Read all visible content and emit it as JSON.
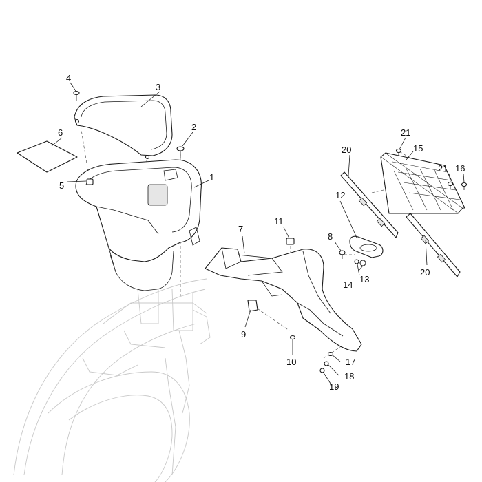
{
  "callouts": [
    {
      "id": "c1",
      "label": "1"
    },
    {
      "id": "c2",
      "label": "2"
    },
    {
      "id": "c3",
      "label": "3"
    },
    {
      "id": "c4",
      "label": "4"
    },
    {
      "id": "c5",
      "label": "5"
    },
    {
      "id": "c6",
      "label": "6"
    },
    {
      "id": "c7",
      "label": "7"
    },
    {
      "id": "c8",
      "label": "8"
    },
    {
      "id": "c9",
      "label": "9"
    },
    {
      "id": "c10",
      "label": "10"
    },
    {
      "id": "c11",
      "label": "11"
    },
    {
      "id": "c12",
      "label": "12"
    },
    {
      "id": "c13",
      "label": "13"
    },
    {
      "id": "c14",
      "label": "14"
    },
    {
      "id": "c15",
      "label": "15"
    },
    {
      "id": "c16",
      "label": "16"
    },
    {
      "id": "c17",
      "label": "17"
    },
    {
      "id": "c18",
      "label": "18"
    },
    {
      "id": "c19",
      "label": "19"
    },
    {
      "id": "c20a",
      "label": "20"
    },
    {
      "id": "c20b",
      "label": "20"
    },
    {
      "id": "c21a",
      "label": "21"
    },
    {
      "id": "c21b",
      "label": "21"
    }
  ]
}
